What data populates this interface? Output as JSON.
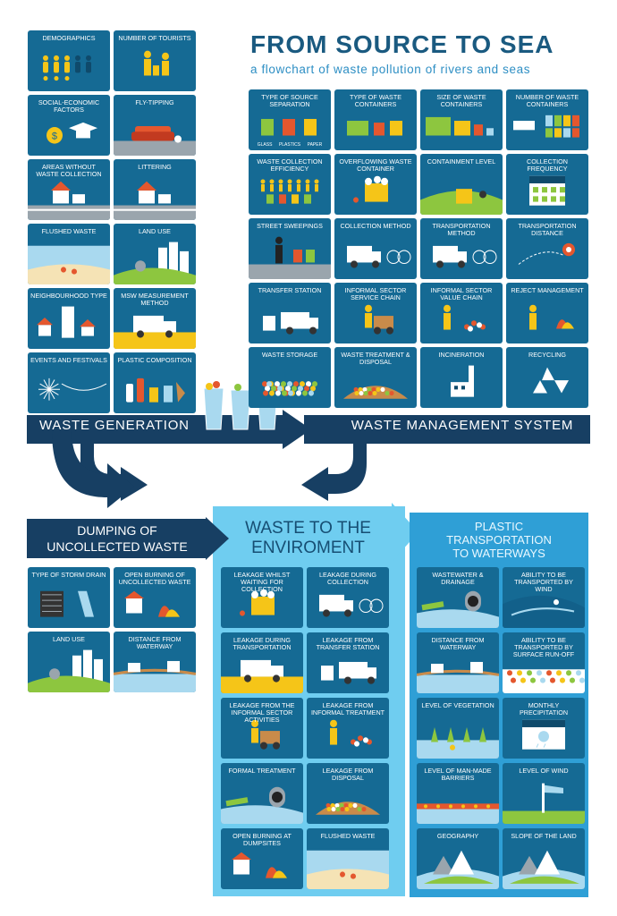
{
  "header": {
    "title": "FROM SOURCE TO SEA",
    "subtitle": "a flowchart of waste pollution of rivers and seas"
  },
  "generation_tiles": [
    "DEMOGRAPHICS",
    "NUMBER OF TOURISTS",
    "SOCIAL-ECONOMIC FACTORS",
    "FLY-TIPPING",
    "AREAS WITHOUT WASTE COLLECTION",
    "LITTERING",
    "FLUSHED WASTE",
    "LAND USE",
    "NEIGHBOURHOOD TYPE",
    "MSW MEASUREMENT METHOD",
    "EVENTS AND FESTIVALS",
    "PLASTIC COMPOSITION"
  ],
  "separation_labels": [
    "GLASS",
    "PLASTICS",
    "PAPER"
  ],
  "management_tiles": [
    "TYPE OF SOURCE SEPARATION",
    "TYPE OF WASTE CONTAINERS",
    "SIZE OF WASTE CONTAINERS",
    "NUMBER OF WASTE CONTAINERS",
    "WASTE COLLECTION EFFICIENCY",
    "OVERFLOWING WASTE CONTAINER",
    "CONTAINMENT LEVEL",
    "COLLECTION FREQUENCY",
    "STREET SWEEPINGS",
    "COLLECTION METHOD",
    "TRANSPORTATION METHOD",
    "TRANSPORTATION DISTANCE",
    "TRANSFER STATION",
    "INFORMAL SECTOR SERVICE CHAIN",
    "INFORMAL SECTOR VALUE CHAIN",
    "REJECT MANAGEMENT",
    "WASTE STORAGE",
    "WASTE TREATMENT & DISPOSAL",
    "INCINERATION",
    "RECYCLING"
  ],
  "bands": {
    "generation": "WASTE GENERATION",
    "management": "WASTE MANAGEMENT SYSTEM"
  },
  "dumping": {
    "title_line1": "DUMPING OF",
    "title_line2": "UNCOLLECTED WASTE",
    "tiles": [
      "TYPE OF STORM DRAIN",
      "OPEN BURNING OF UNCOLLECTED WASTE",
      "LAND USE",
      "DISTANCE FROM WATERWAY"
    ]
  },
  "environment": {
    "title_line1": "WASTE TO THE",
    "title_line2": "ENVIROMENT",
    "tiles": [
      "LEAKAGE WHILST WAITING FOR COLLECTION",
      "LEAKAGE DURING COLLECTION",
      "LEAKAGE DURING TRANSPORTATION",
      "LEAKAGE FROM TRANSFER STATION",
      "LEAKAGE FROM THE INFORMAL SECTOR ACTIVITIES",
      "LEAKAGE FROM INFORMAL TREATMENT",
      "FORMAL TREATMENT",
      "LEAKAGE FROM DISPOSAL",
      "OPEN BURNING AT DUMPSITES",
      "FLUSHED WASTE"
    ]
  },
  "transport": {
    "title_line1": "PLASTIC",
    "title_line2": "TRANSPORTATION",
    "title_line3": "TO WATERWAYS",
    "tiles": [
      "WASTEWATER & DRAINAGE",
      "ABILITY TO BE TRANSPORTED BY WIND",
      "DISTANCE FROM WATERWAY",
      "ABILITY TO BE TRANSPORTED BY SURFACE RUN-OFF",
      "LEVEL OF VEGETATION",
      "MONTHLY PRECIPITATION",
      "LEVEL OF MAN-MADE BARRIERS",
      "LEVEL OF WIND",
      "GEOGRAPHY",
      "SLOPE OF THE LAND"
    ]
  },
  "colors": {
    "tile": "#156a94",
    "band_dark": "#173f63",
    "env_panel": "#6fcdf0",
    "transport_panel": "#2f9fd6",
    "accent_yellow": "#f5c518",
    "accent_green": "#8dc63f"
  }
}
